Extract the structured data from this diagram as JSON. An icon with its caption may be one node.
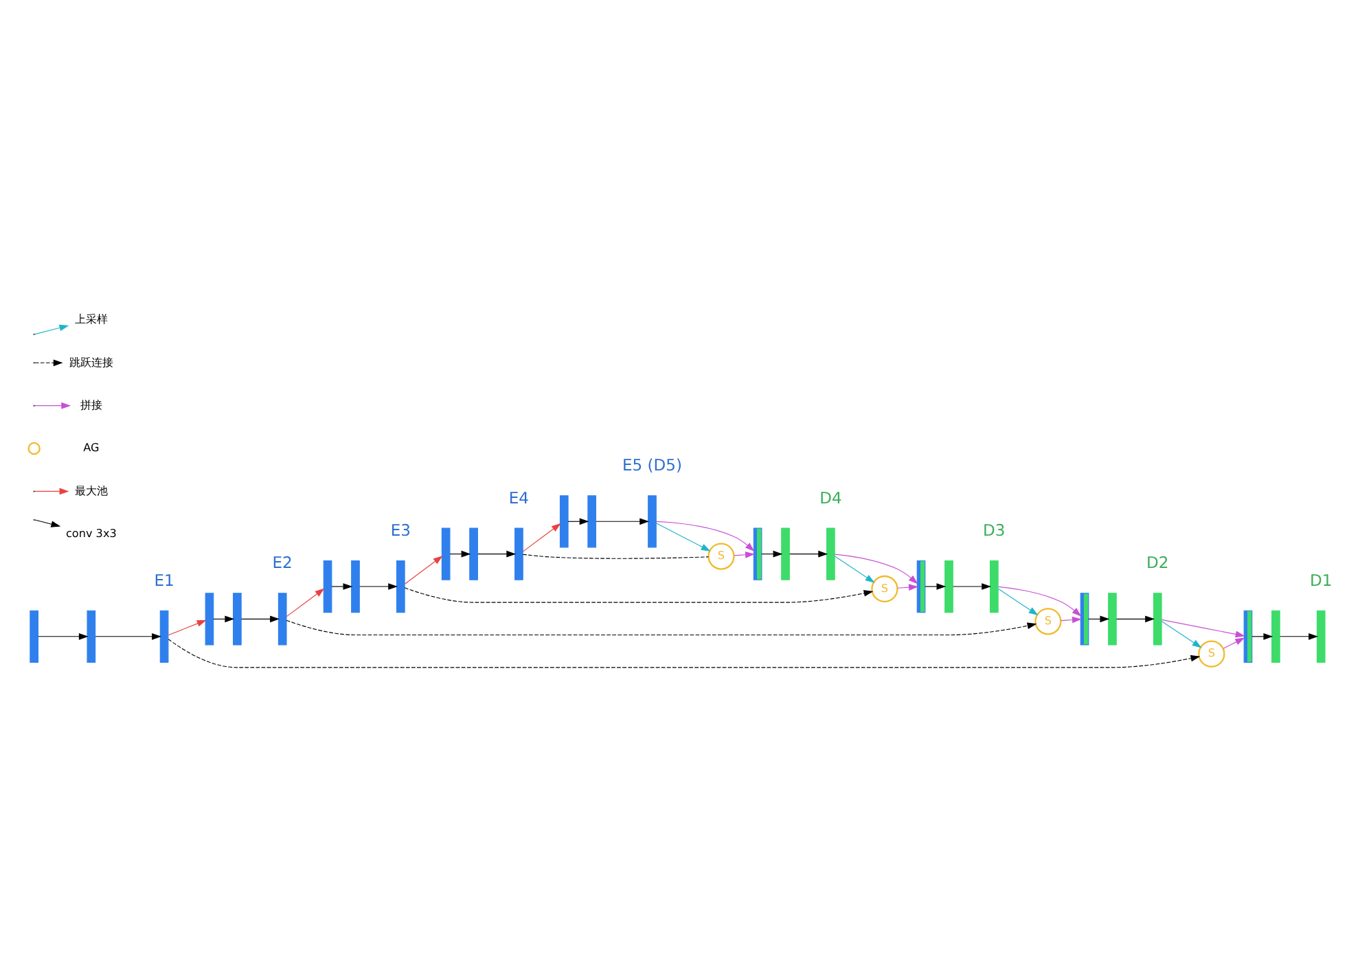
{
  "diagram": {
    "nodes": [
      {
        "text": [],
        "shape": "bar"
      },
      {
        "text": [],
        "shape": "bar"
      },
      {
        "text": [],
        "shape": "bar"
      },
      {
        "text": [
          "S"
        ]
      },
      {
        "text": [],
        "shape": "bar"
      },
      {
        "text": [],
        "shape": "bar"
      },
      {
        "text": [],
        "shape": "bar"
      },
      {
        "text": [],
        "shape": "bar"
      },
      {
        "text": [],
        "shape": "bar"
      },
      {
        "text": [],
        "shape": "bar"
      },
      {
        "text": [
          "S"
        ]
      },
      {
        "text": [],
        "shape": "bar"
      },
      {
        "text": [],
        "shape": "bar"
      },
      {
        "text": [],
        "shape": "bar"
      },
      {
        "text": [],
        "shape": "bar"
      },
      {
        "text": [],
        "shape": "bar"
      },
      {
        "text": [],
        "shape": "bar"
      },
      {
        "text": [
          "S"
        ]
      },
      {
        "text": [],
        "shape": "bar"
      },
      {
        "text": [],
        "shape": "bar"
      },
      {
        "text": [],
        "shape": "bar"
      },
      {
        "text": [],
        "shape": "bar"
      },
      {
        "text": [],
        "shape": "bar"
      },
      {
        "text": [],
        "shape": "bar"
      },
      {
        "text": [
          "S"
        ]
      },
      {
        "text": [],
        "shape": "bar"
      },
      {
        "text": [],
        "shape": "bar"
      },
      {
        "text": [],
        "shape": "bar"
      },
      {
        "text": [],
        "shape": "bar"
      },
      {
        "text": [],
        "shape": "bar"
      },
      {
        "text": [],
        "shape": "bar"
      }
    ],
    "edges": [
      {
        "from": 0,
        "to": 1,
        "arrow": "to"
      },
      {
        "from": 1,
        "to": 2,
        "arrow": "to"
      },
      {
        "from": 4,
        "to": 5,
        "arrow": "to"
      },
      {
        "from": 5,
        "to": 6,
        "arrow": "to"
      },
      {
        "from": 7,
        "to": 8,
        "arrow": "to"
      },
      {
        "from": 8,
        "to": 9,
        "arrow": "to"
      },
      {
        "from": 11,
        "to": 12,
        "arrow": "to"
      },
      {
        "from": 12,
        "to": 13,
        "arrow": "to"
      },
      {
        "from": 14,
        "to": 15,
        "arrow": "to"
      },
      {
        "from": 15,
        "to": 16,
        "arrow": "to"
      },
      {
        "from": 18,
        "to": 19,
        "arrow": "to"
      },
      {
        "from": 19,
        "to": 20,
        "arrow": "to"
      },
      {
        "from": 21,
        "to": 22,
        "arrow": "to"
      },
      {
        "from": 22,
        "to": 23,
        "arrow": "to"
      },
      {
        "from": 25,
        "to": 26,
        "arrow": "to"
      },
      {
        "from": 26,
        "to": 27,
        "arrow": "to"
      },
      {
        "from": 28,
        "to": 29,
        "arrow": "to"
      },
      {
        "from": 29,
        "to": 30,
        "arrow": "to"
      },
      {
        "from": 2,
        "to": 7,
        "arrow": "to",
        "color": "#e8423f"
      },
      {
        "from": 9,
        "to": 14,
        "arrow": "to",
        "color": "#e8423f"
      },
      {
        "from": 16,
        "to": 21,
        "arrow": "to",
        "color": "#e8423f"
      },
      {
        "from": 23,
        "to": 28,
        "arrow": "to",
        "color": "#e8423f"
      },
      {
        "from": 2,
        "to": 3,
        "arrow": "to",
        "style": "dashed"
      },
      {
        "from": 9,
        "to": 10,
        "arrow": "to",
        "style": "dashed"
      },
      {
        "from": 16,
        "to": 17,
        "arrow": "to",
        "style": "dashed"
      },
      {
        "from": 23,
        "to": 24,
        "arrow": "none",
        "style": "dashed"
      },
      {
        "from": 30,
        "to": 24,
        "arrow": "to",
        "color": "#1fb5c9"
      },
      {
        "from": 27,
        "to": 17,
        "arrow": "to",
        "color": "#1fb5c9"
      },
      {
        "from": 20,
        "to": 10,
        "arrow": "to",
        "color": "#1fb5c9"
      },
      {
        "from": 13,
        "to": 3,
        "arrow": "to",
        "color": "#1fb5c9"
      },
      {
        "from": 24,
        "to": 25,
        "arrow": "to",
        "color": "#c74fd6"
      },
      {
        "from": 30,
        "to": 25,
        "arrow": "to",
        "color": "#c74fd6"
      },
      {
        "from": 17,
        "to": 18,
        "arrow": "to",
        "color": "#c74fd6"
      },
      {
        "from": 27,
        "to": 18,
        "arrow": "to",
        "color": "#c74fd6"
      },
      {
        "from": 10,
        "to": 11,
        "arrow": "to",
        "color": "#c74fd6"
      },
      {
        "from": 20,
        "to": 11,
        "arrow": "to",
        "color": "#c74fd6"
      },
      {
        "from": 3,
        "to": 4,
        "arrow": "to",
        "color": "#c74fd6"
      },
      {
        "from": 13,
        "to": 4,
        "arrow": "to",
        "color": "#c74fd6"
      }
    ],
    "labels": [
      "E1",
      "D1",
      "E2",
      "D2",
      "E3",
      "D3",
      "E4",
      "D4",
      "E5 (D5)"
    ],
    "legend": [
      {
        "text": "上采样"
      },
      {
        "text": "跳跃连接"
      },
      {
        "text": "拼接"
      },
      {
        "text": "AG"
      },
      {
        "text": "最大池"
      },
      {
        "text": "conv 3x3"
      }
    ]
  }
}
